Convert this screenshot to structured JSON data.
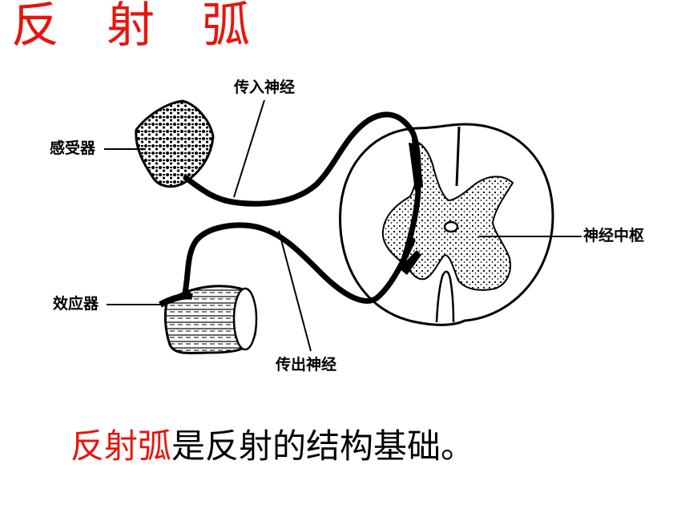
{
  "title": "反 射 弧",
  "labels": {
    "afferent": "传入神经",
    "receptor": "感受器",
    "effector": "效应器",
    "efferent": "传出神经",
    "center": "神经中枢"
  },
  "caption": {
    "highlight": "反射弧",
    "rest": "是反射的结构基础。"
  },
  "colors": {
    "accent": "#e8140c",
    "ink": "#000000"
  }
}
